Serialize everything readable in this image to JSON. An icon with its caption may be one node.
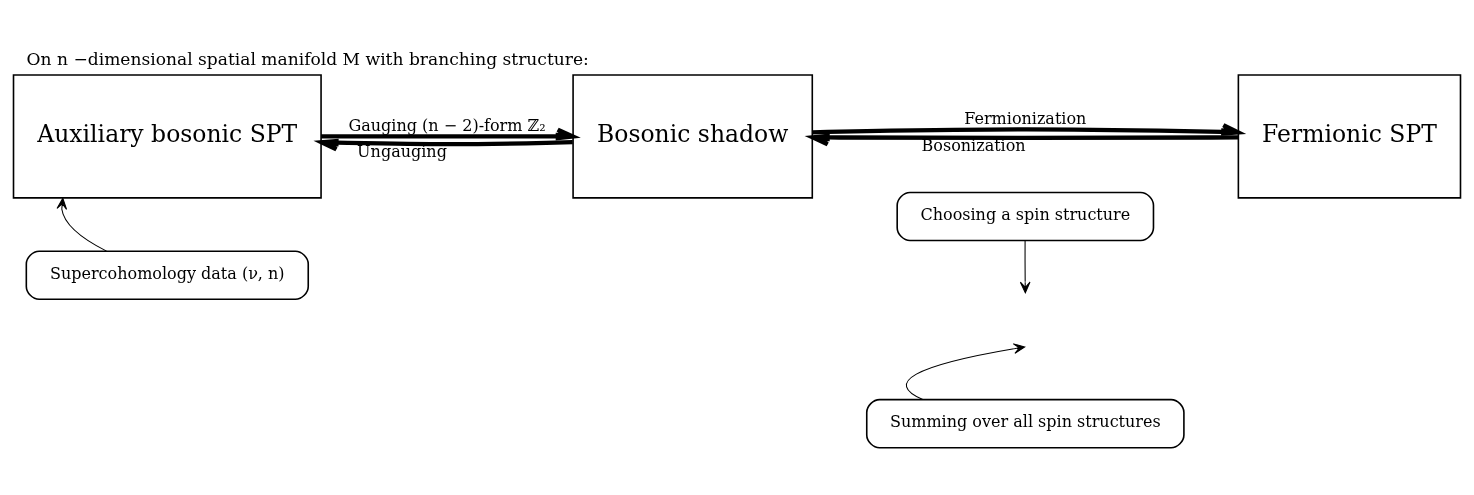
{
  "diagram": {
    "title": "On n −dimensional spatial manifold M with branching structure:",
    "nodes": [
      {
        "text": [
          "Auxiliary bosonic SPT"
        ]
      },
      {
        "text": [
          "Bosonic shadow"
        ]
      },
      {
        "text": [
          "Fermionic SPT"
        ]
      },
      {
        "text": [
          "Choosing a spin structure"
        ]
      },
      {
        "text": [
          "Supercohomology data (ν, n)"
        ]
      },
      {
        "text": [
          "Summing over all spin structures"
        ]
      }
    ],
    "edges": [
      {
        "from": 0,
        "to": 1,
        "arrow": "to",
        "label": "Gauging (n − 2)-form ℤ₂"
      },
      {
        "from": 1,
        "to": 0,
        "arrow": "to",
        "label": "Ungauging"
      },
      {
        "from": 1,
        "to": 2,
        "arrow": "to",
        "label": "Fermionization"
      },
      {
        "from": 2,
        "to": 1,
        "arrow": "to",
        "label": "Bosonization"
      },
      {
        "from": 3,
        "to": null,
        "arrow": "to"
      },
      {
        "from": 4,
        "to": 0,
        "arrow": "to"
      },
      {
        "from": 5,
        "to": null,
        "arrow": "to"
      }
    ]
  }
}
